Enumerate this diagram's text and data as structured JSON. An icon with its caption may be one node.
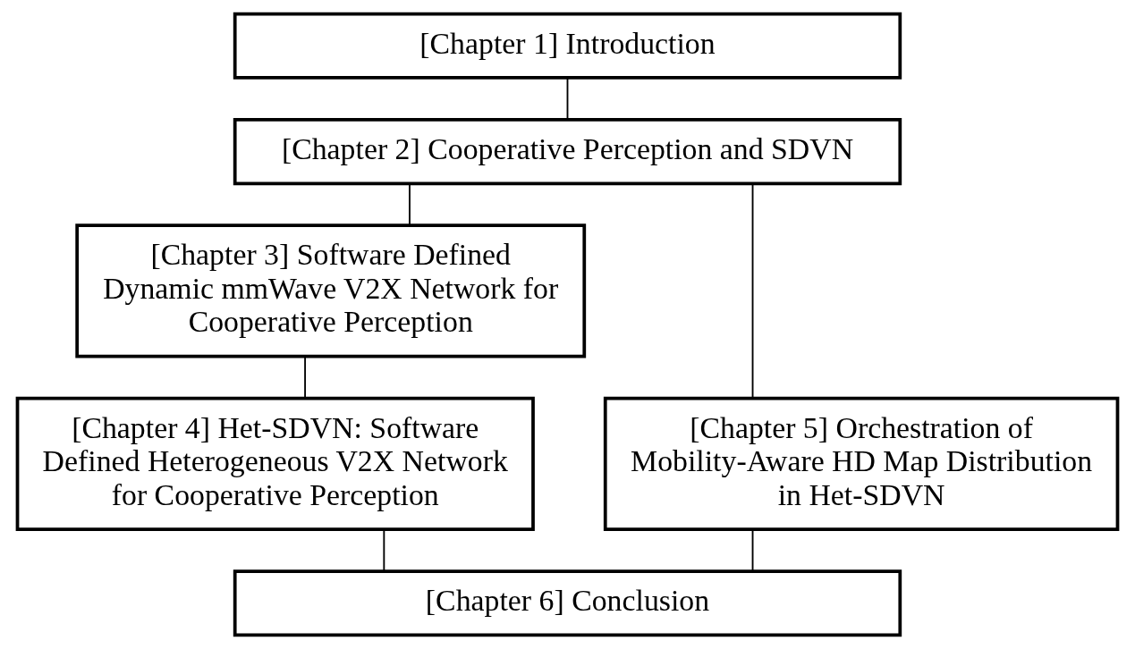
{
  "diagram": {
    "nodes": [
      {
        "text": [
          "[Chapter 1] Introduction"
        ]
      },
      {
        "text": [
          "[Chapter 2] Cooperative Perception and SDVN"
        ]
      },
      {
        "text": [
          "[Chapter 3] Software Defined Dynamic mmWave V2X Network for Cooperative Perception"
        ]
      },
      {
        "text": [
          "[Chapter 4] Het-SDVN: Software Defined Heterogeneous V2X Network for Cooperative Perception"
        ]
      },
      {
        "text": [
          "[Chapter 5] Orchestration of Mobility-Aware HD Map Distribution in Het-SDVN"
        ]
      },
      {
        "text": [
          "[Chapter 6] Conclusion"
        ]
      }
    ],
    "edges": [
      {
        "from": 0,
        "to": 1,
        "arrow": "none"
      },
      {
        "from": 1,
        "to": 2,
        "arrow": "none"
      },
      {
        "from": 1,
        "to": 4,
        "arrow": "none"
      },
      {
        "from": 2,
        "to": 3,
        "arrow": "none"
      },
      {
        "from": 3,
        "to": 5,
        "arrow": "none"
      },
      {
        "from": 4,
        "to": 5,
        "arrow": "none"
      }
    ]
  }
}
